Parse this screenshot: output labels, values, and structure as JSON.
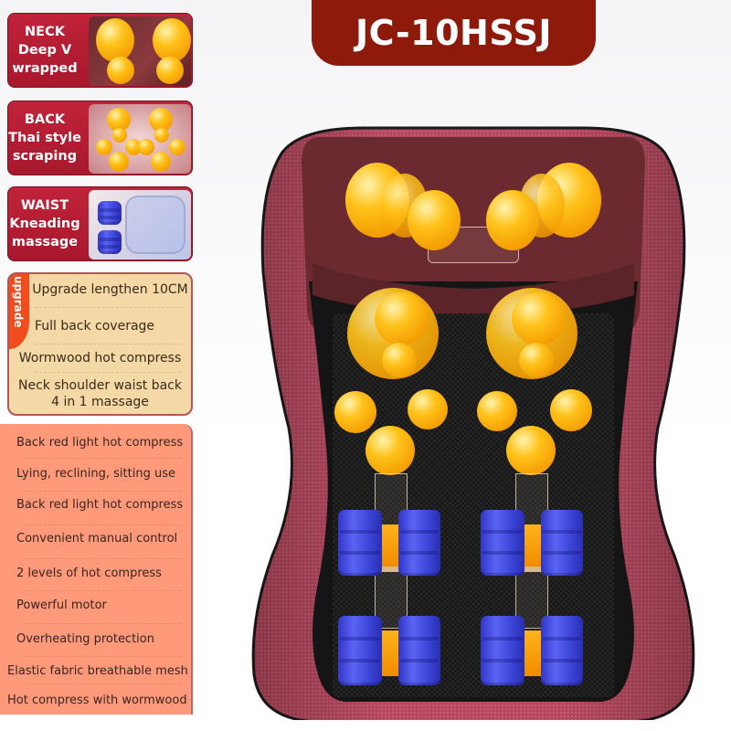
{
  "header": {
    "model_title": "JC-10HSSJ"
  },
  "feature_cards": [
    {
      "title": "NECK",
      "subtitle_1": "Deep V",
      "subtitle_2": "wrapped",
      "image": "neck-massage-nodes"
    },
    {
      "title": "BACK",
      "subtitle_1": "Thai style",
      "subtitle_2": "scraping",
      "image": "back-massage-nodes"
    },
    {
      "title": "WAIST",
      "subtitle_1": "Kneading",
      "subtitle_2": "massage",
      "image": "waist-kneading-rollers"
    }
  ],
  "upgrade_panel": {
    "ribbon_label": "upgrade",
    "items": [
      "Upgrade lengthen 10CM",
      "Full back coverage",
      "Wormwood hot compress",
      "Neck shoulder waist back",
      "4 in 1 massage"
    ]
  },
  "spec_list": {
    "items": [
      "Back red light hot compress",
      "Lying, reclining, sitting use",
      "Back red light hot compress",
      "Convenient manual control",
      "2 levels of hot compress",
      "Powerful motor",
      "Overheating protection",
      "Elastic fabric breathable mesh",
      "Hot compress with wormwood"
    ]
  },
  "product_image": {
    "subject": "back massager cushion",
    "colors": {
      "shell": "#b5485e",
      "neck_panel": "#6b2a30",
      "mesh": "#141414",
      "massage_nodes": "#ffb000",
      "rollers": "#3d46d8"
    }
  },
  "colors": {
    "title_bg": "#8e1a0c",
    "feature_card_bg": "#b81e33",
    "upgrade_bg": "#f4d9a6",
    "ribbon_bg": "#f04c1e",
    "spec_bg": "#fe9a7a"
  }
}
